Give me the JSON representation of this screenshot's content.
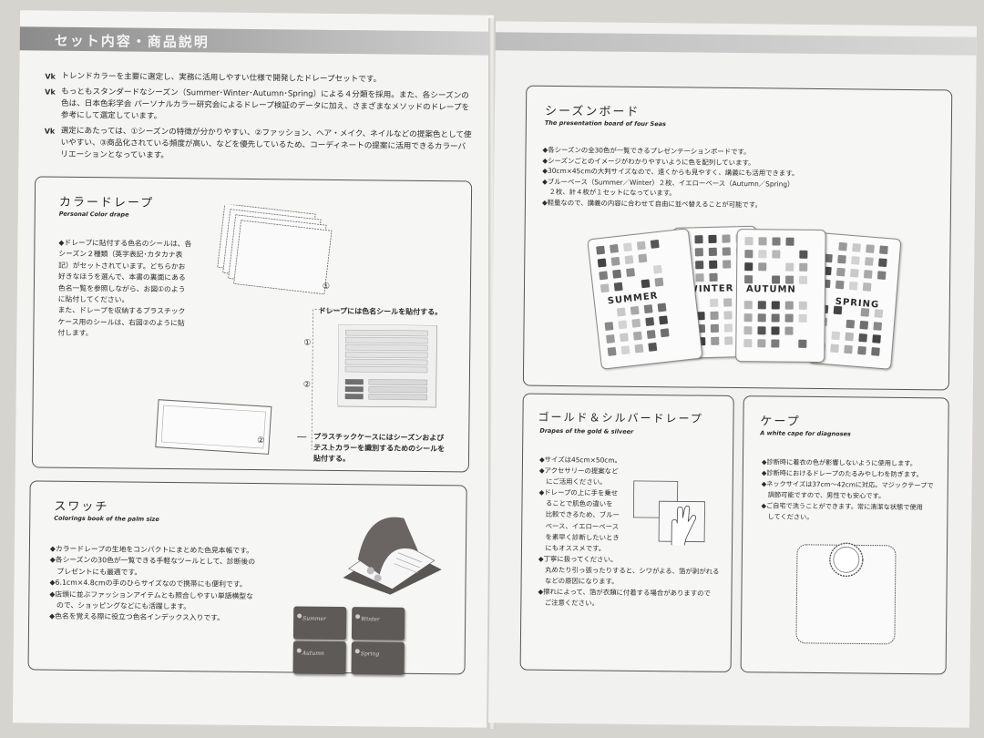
{
  "header": {
    "title": "セット内容・商品説明"
  },
  "intro": [
    {
      "mark": "Vk",
      "text": "トレンドカラーを主要に選定し、実務に活用しやすい仕様で開発したドレープセットです。"
    },
    {
      "mark": "Vk",
      "text": "もっともスタンダードなシーズン（Summer･Winter･Autumn･Spring）による４分類を採用。また、各シーズンの色は、日本色彩学会 パーソナルカラー研究会によるドレープ検証のデータに加え、さまざまなメソッドのドレープを参考にして選定しています。"
    },
    {
      "mark": "Vk",
      "text": "選定にあたっては、①シーズンの特徴が分かりやすい、②ファッション、ヘア・メイク、ネイルなどの提案色として使いやすい、③商品化されている頻度が高い、などを優先しているため、コーディネートの提案に活用できるカラーバリエーションとなっています。"
    }
  ],
  "color_drape": {
    "title": "カラードレープ",
    "subtitle": "Personal Color drape",
    "text": [
      "◆ドレープに貼付する色名のシールは、各",
      "シーズン２種類（英字表記･カタカナ表",
      "記）がセットされています。どちらかお",
      "好きなほうを選んで、本書の裏面にある",
      "色名一覧を参照しながら、お図①のよう",
      "に貼付してください。",
      "また、ドレープを収納するプラスチック",
      "ケース用のシールは、右図②のように貼",
      "付します。"
    ],
    "note1": "ドレープには色名シールを貼付する。",
    "note2": [
      "プラスチックケースにはシーズンおよび",
      "テストカラーを識別するためのシールを",
      "貼付する。"
    ],
    "mark1": "①",
    "mark2": "②"
  },
  "swatch": {
    "title": "スワッチ",
    "subtitle": "Colorings book of the palm size",
    "text": [
      "◆カラードレープの生地をコンパクトにまとめた色見本帳です。",
      "◆各シーズンの30色が一覧できる手軽なツールとして、診断後の",
      "　プレゼントにも最適です。",
      "◆6.1cm×4.8cmの手のひらサイズなので携帯にも便利です。",
      "◆店頭に並ぶファッションアイテムとも照合しやすい単語横型な",
      "　ので、ショッピングなどにも活躍します。",
      "◆色名を覚える際に役立つ色名インデックス入りです。"
    ],
    "books": [
      "Summer",
      "Winter",
      "Autumn",
      "Spring"
    ]
  },
  "season_board": {
    "title": "シーズンボード",
    "subtitle": "The presentation board of four Seas",
    "text": [
      "◆各シーズンの全30色が一覧できるプレゼンテーションボードです。",
      "◆シーズンごとのイメージがわかりやすいように色を配列しています。",
      "◆30cm×45cmの大判サイズなので、遠くからも見やすく、講義にも活用できます。",
      "◆ブルーベース（Summer／Winter）２枚、イエローベース（Autumn／Spring）",
      "　２枚、計４枚が１セットになっています。",
      "◆軽量なので、講義の内容に合わせて自由に並べ替えることが可能です。"
    ],
    "boards": [
      "SUMMER",
      "WINTER",
      "AUTUMN",
      "SPRING"
    ]
  },
  "gold_silver": {
    "title": "ゴールド＆シルバードレープ",
    "subtitle": "Drapes of the gold & silveer",
    "text": [
      "◆サイズは45cm×50cm。",
      "◆アクセサリーの提案など",
      "　にご活用ください。",
      "◆ドレープの上に手を乗せ",
      "　ることで肌色の違いを",
      "　比較できるため、ブルー",
      "　ベース、イエローベース",
      "　を素早く診断したいとき",
      "　にもオススメです。",
      "◆丁寧に扱ってください。",
      "　丸めたり引っ張ったりすると、シワがよる、箔が剥がれる",
      "　などの原因になります。",
      "◆擦れによって、箔が衣類に付着する場合がありますので",
      "　ご注意ください。"
    ]
  },
  "cape": {
    "title": "ケープ",
    "subtitle": "A white cape for diagnoses",
    "text": [
      "◆診断時に着衣の色が影響しないように使用します。",
      "◆診断時におけるドレープのたるみやしわを防ぎます。",
      "◆ネックサイズは37cm〜42cmに対応。マジックテープで",
      "　調節可能ですので、男性でも安心です。",
      "◆ご自宅で洗うことができます。常に清潔な状態で使用",
      "　してください。"
    ]
  }
}
